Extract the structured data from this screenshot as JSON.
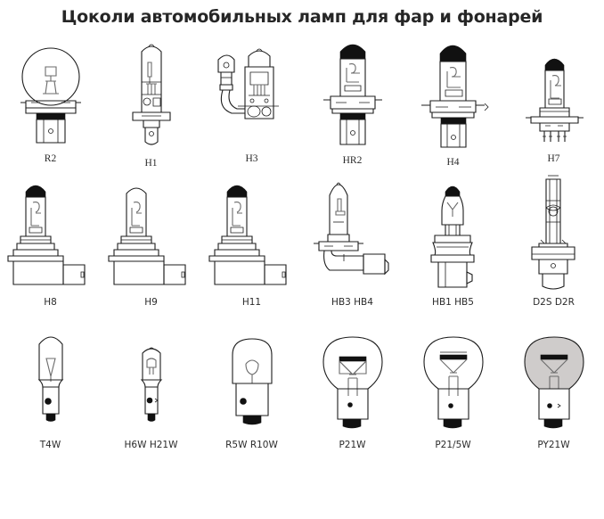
{
  "page": {
    "title": "Цоколи автомобильных ламп для фар и  фонарей",
    "background_color": "#ffffff",
    "line_color": "#1d1d1d",
    "tint_color": "#cfcccb"
  },
  "rows": [
    {
      "row_index": 1,
      "cells": [
        {
          "label": "R2",
          "shape": "round-globe-flange-base"
        },
        {
          "label": "H1",
          "shape": "tube-flange-single-pin"
        },
        {
          "label": "H3",
          "shape": "tube-with-flying-lead"
        },
        {
          "label": "HR2",
          "shape": "black-tip-flange-bayonet"
        },
        {
          "label": "H4",
          "shape": "black-tip-wide-flange"
        },
        {
          "label": "H7",
          "shape": "black-tip-narrow-flange-pins"
        }
      ]
    },
    {
      "row_index": 2,
      "cells": [
        {
          "label": "H8",
          "shape": "black-tip-plastic-connector"
        },
        {
          "label": "H9",
          "shape": "clear-tip-plastic-connector"
        },
        {
          "label": "H11",
          "shape": "black-tip-plastic-connector"
        },
        {
          "label": "HB3  HB4",
          "shape": "angled-plastic-connector"
        },
        {
          "label": "HB1  HB5",
          "shape": "black-tip-stepped-bayonet"
        },
        {
          "label": "D2S  D2R",
          "shape": "xenon-burner"
        }
      ]
    },
    {
      "row_index": 3,
      "cells": [
        {
          "label": "T4W",
          "shape": "small-tube-ba9s"
        },
        {
          "label": "H6W  H21W",
          "shape": "small-halogen-ba9s"
        },
        {
          "label": "R5W  R10W",
          "shape": "round-small-ba15s"
        },
        {
          "label": "P21W",
          "shape": "pear-ba15s"
        },
        {
          "label": "P21/5W",
          "shape": "pear-bay15d"
        },
        {
          "label": "PY21W",
          "shape": "pear-amber-tinted"
        }
      ]
    }
  ]
}
